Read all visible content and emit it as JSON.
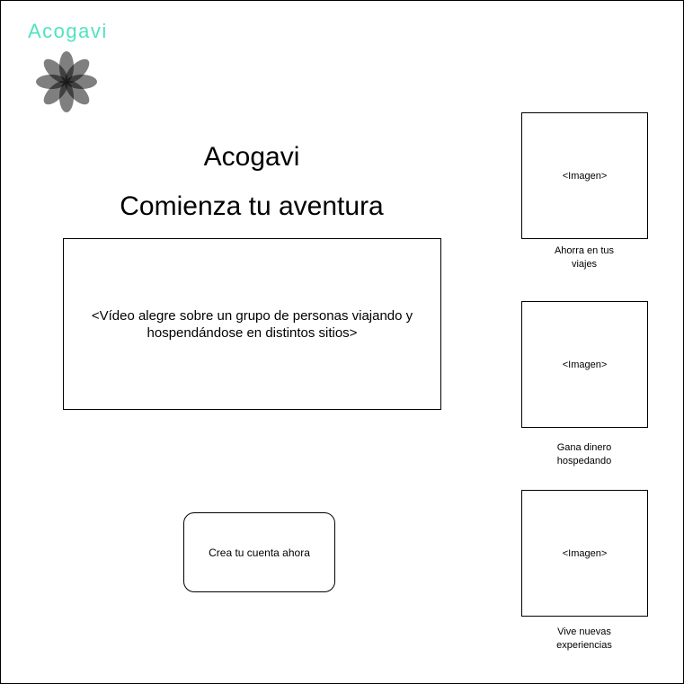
{
  "brand": {
    "name": "Acogavi"
  },
  "hero": {
    "title": "Acogavi",
    "subtitle": "Comienza tu aventura"
  },
  "video": {
    "placeholder": "<Vídeo alegre sobre un grupo de personas viajando y hospendándose en distintos sitios>"
  },
  "cta": {
    "label": "Crea tu cuenta ahora"
  },
  "features": [
    {
      "image_label": "<Imagen>",
      "caption_line1": "Ahorra en tus",
      "caption_line2": "viajes"
    },
    {
      "image_label": "<Imagen>",
      "caption_line1": "Gana dinero",
      "caption_line2": "hospedando"
    },
    {
      "image_label": "<Imagen>",
      "caption_line1": "Vive nuevas",
      "caption_line2": "experiencias"
    }
  ],
  "colors": {
    "brand_accent": "#4fe3c1",
    "logo": "#000000"
  }
}
